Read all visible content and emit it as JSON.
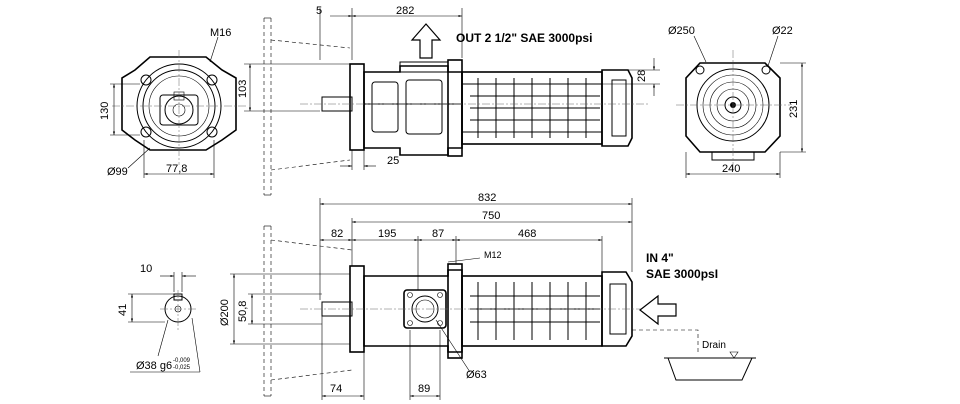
{
  "labels": {
    "out": "OUT   2 1/2\"  SAE 3000psi",
    "in_line1": "IN  4\"",
    "in_line2": "SAE 3000psI",
    "drain": "Drain"
  },
  "dims": {
    "d5": "5",
    "d282": "282",
    "d28": "28",
    "d103": "103",
    "d25": "25",
    "m16": "M16",
    "d130": "130",
    "d99": "Ø99",
    "d778": "77,8",
    "d250": "Ø250",
    "d22": "Ø22",
    "d231": "231",
    "d240": "240",
    "d832": "832",
    "d750": "750",
    "d82": "82",
    "d195": "195",
    "d87": "87",
    "d468": "468",
    "m12": "M12",
    "d10": "10",
    "d41": "41",
    "d200": "Ø200",
    "d508": "50,8",
    "d38": "Ø38 g6",
    "tol_up": "-0,009",
    "tol_lo": "-0,025",
    "d74": "74",
    "d89": "89",
    "d63": "Ø63"
  }
}
